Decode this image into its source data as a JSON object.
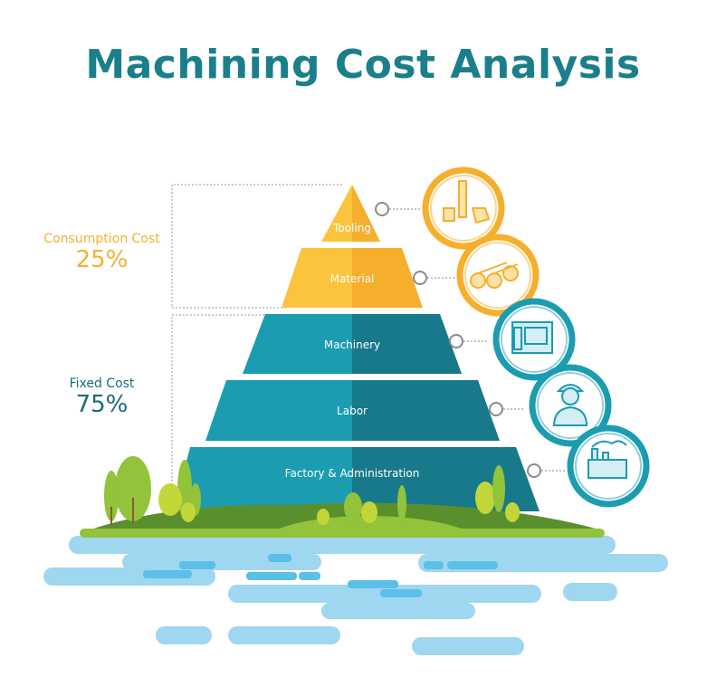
{
  "title": "Machining Cost Analysis",
  "groups": {
    "consumption": {
      "name": "Consumption Cost",
      "percent": "25%",
      "color": "#f2b233"
    },
    "fixed": {
      "name": "Fixed Cost",
      "percent": "75%",
      "color": "#1a6a7a"
    }
  },
  "tiers": [
    {
      "label": "Tooling",
      "icon": "tooling-icon"
    },
    {
      "label": "Material",
      "icon": "material-bars-icon"
    },
    {
      "label": "Machinery",
      "icon": "cnc-machine-icon"
    },
    {
      "label": "Labor",
      "icon": "worker-icon"
    },
    {
      "label": "Factory & Administration",
      "icon": "factory-icon"
    }
  ],
  "colors": {
    "title": "#1a7f8a",
    "tier_yellow": "#fbc43c",
    "tier_yellow_dark": "#f6ae2d",
    "tier_teal": "#1b9cb1",
    "tier_teal_dark": "#17798a",
    "grass": "#5a8f2e",
    "water": "#9fd6f0"
  }
}
